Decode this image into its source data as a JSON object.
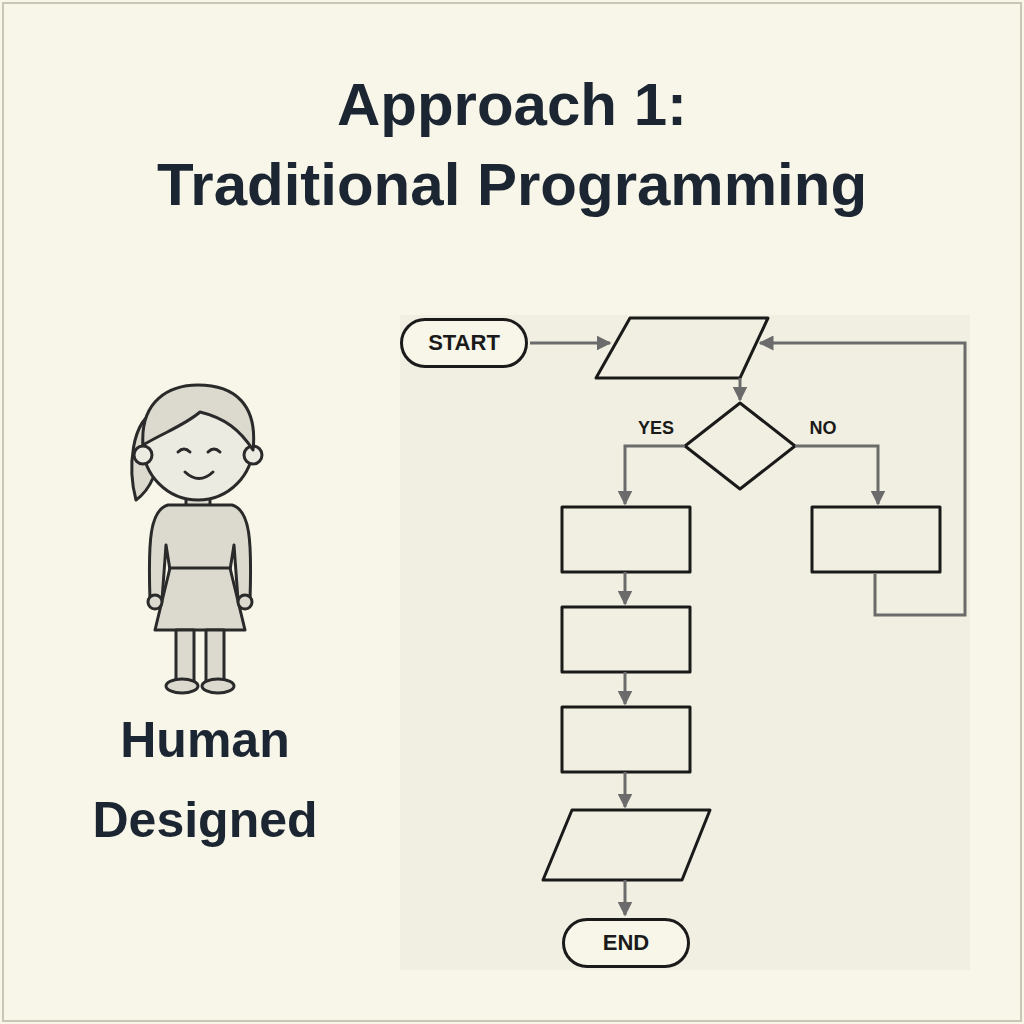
{
  "diagram": {
    "title": "Approach 1: Traditional Programming",
    "nodes": [
      {
        "text": [
          "START"
        ]
      },
      {
        "text": [
          "END"
        ]
      }
    ],
    "labels": [
      "Human Designed",
      "YES",
      "NO"
    ]
  }
}
